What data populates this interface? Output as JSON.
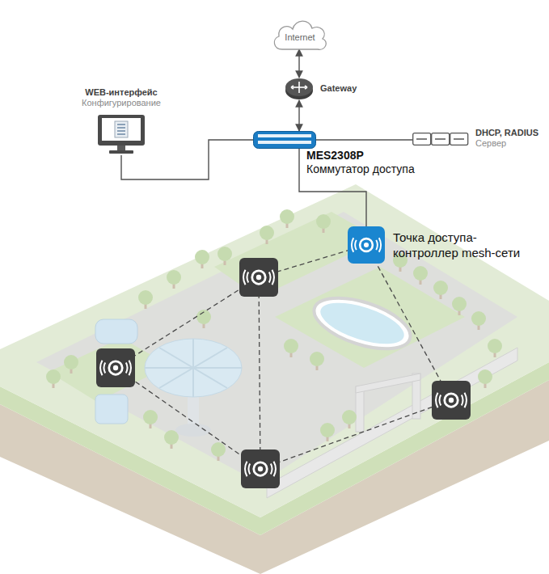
{
  "diagram": {
    "nodes": [
      {
        "text": [
          "Internet"
        ]
      },
      {
        "text": [
          "Gateway"
        ]
      },
      {
        "text": [
          "WEB-интерфейс",
          "Конфигурирование"
        ]
      },
      {
        "text": [
          "MES2308P",
          "Коммутатор доступа"
        ]
      },
      {
        "text": [
          "DHCP, RADIUS",
          "Сервер"
        ]
      },
      {
        "text": [
          "Точка доступа-контроллер mesh-сети"
        ]
      }
    ],
    "edges": [
      {
        "from": 0,
        "to": 1,
        "arrow": "both"
      },
      {
        "from": 1,
        "to": 3,
        "arrow": "both"
      },
      {
        "from": 3,
        "to": 2,
        "arrow": "none"
      },
      {
        "from": 3,
        "to": 4,
        "arrow": "none"
      },
      {
        "from": 3,
        "to": 5,
        "arrow": "none"
      }
    ]
  }
}
